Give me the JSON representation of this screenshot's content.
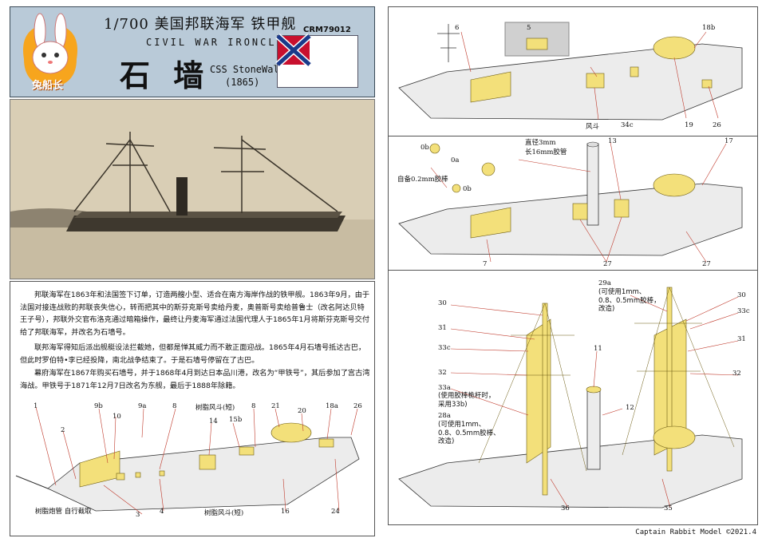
{
  "header": {
    "scale_title": "1/700 美国邦联海军 铁甲舰",
    "product_code": "CRM79012",
    "subtitle_en": "CIVIL WAR IRONCLAD",
    "ship_name_cn": "石 墙",
    "ship_name_en": "CSS StoneWall",
    "ship_year": "(1865)",
    "logo_text": "兔船长"
  },
  "history": {
    "para1": "邦联海军在1863年和法国签下订单，订造两艘小型、适合在南方海岸作战的铁甲舰。1863年9月，由于法国对接连战败的邦联丧失信心，转而把其中的斯芬克斯号卖给丹麦，奥普斯号卖给普鲁士（改名阿达贝特王子号），邦联外交官布洛克通过暗箱操作，最终让丹麦海军通过法国代理人于1865年1月将斯芬克斯号交付给了邦联海军，并改名为石墙号。",
    "para2": "联邦海军得知后派出舰艇设法拦截她，但都是惮其威力而不敢正面迎战。1865年4月石墙号抵达古巴，但此时罗伯特•李已经投降，南北战争结束了。于是石墙号停留在了古巴。",
    "para3": "幕府海军在1867年购买石墙号，并于1868年4月到达日本品川港，改名为“甲铁号”，其后参加了宫古湾海战。甲铁号于1871年12月7日改名为东舰，最后于1888年除籍。"
  },
  "step1": {
    "labels": [
      "1",
      "2",
      "9b",
      "10",
      "9a",
      "8",
      "树脂风斗(短)",
      "14",
      "15b",
      "8",
      "21",
      "20",
      "18a",
      "26",
      "树脂炮管 自行截取",
      "3",
      "4",
      "树脂风斗(短)",
      "16",
      "24"
    ]
  },
  "step2": {
    "labels": [
      "6",
      "5",
      "18b",
      "风斗",
      "34c",
      "19",
      "26"
    ]
  },
  "step3": {
    "labels": [
      "0b",
      "0a",
      "自备0.2mm胶棒",
      "0b",
      "直径3mm",
      "长16mm胶管",
      "13",
      "17",
      "7",
      "27",
      "27"
    ]
  },
  "step4": {
    "labels": [
      "30",
      "31",
      "33c",
      "32",
      "33a",
      "28a",
      "11",
      "12",
      "29a",
      "30",
      "33c",
      "31",
      "32",
      "36",
      "35"
    ],
    "note_29a": "(可使用1mm、\n0.8、0.5mm胶棒，\n改造)",
    "note_33b": "(使用胶棒桅杆时，\n采用33b)",
    "note_28a": "(可使用1mm、\n0.8、0.5mm胶棒、\n改造)"
  },
  "footer": {
    "copyright": "Captain Rabbit Model ©2021.4"
  },
  "colors": {
    "header_bg": "#b9cad8",
    "part_yellow": "#f3e07a",
    "callout_red": "#c0392b",
    "flag_red": "#c8102e",
    "flag_blue": "#1a3a8a"
  }
}
